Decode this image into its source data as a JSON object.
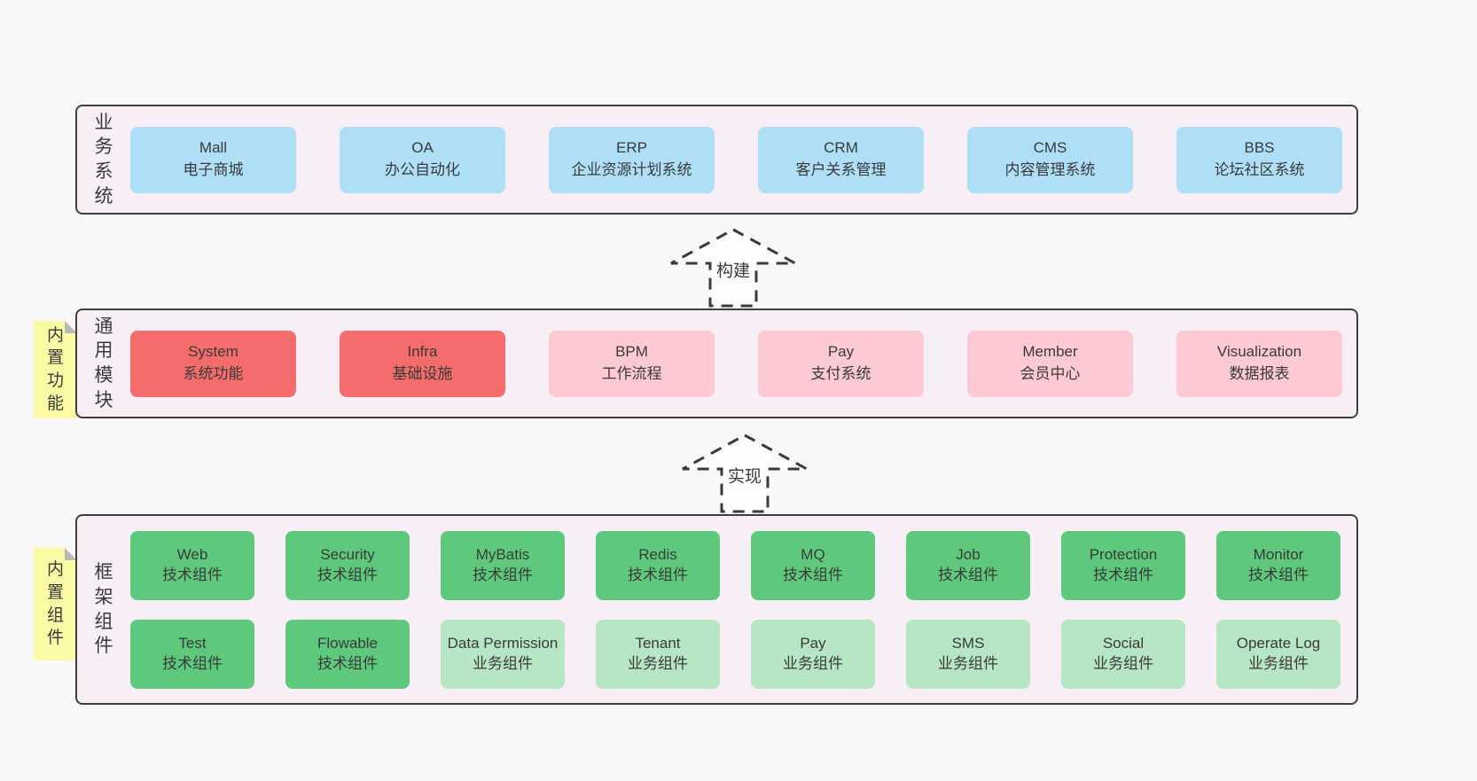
{
  "palette": {
    "page-bg": "#f8f8f8",
    "panel-bg": "#f8eef6",
    "panel-border": "#3f3f3f",
    "blue": "#aedff7",
    "red": "#f56c6c",
    "pink": "#fdc9d3",
    "green": "#5ec97d",
    "lightgreen": "#b7e6c4",
    "tagyellow": "#fbfba6",
    "fold": "#b9b9b9",
    "ink": "#3a3a3a"
  },
  "arrows": {
    "build": "构建",
    "implement": "实现"
  },
  "layers": {
    "business": {
      "label": "业务系统",
      "boxes": [
        {
          "title": "Mall",
          "subtitle": "电子商城"
        },
        {
          "title": "OA",
          "subtitle": "办公自动化"
        },
        {
          "title": "ERP",
          "subtitle": "企业资源计划系统"
        },
        {
          "title": "CRM",
          "subtitle": "客户关系管理"
        },
        {
          "title": "CMS",
          "subtitle": "内容管理系统"
        },
        {
          "title": "BBS",
          "subtitle": "论坛社区系统"
        }
      ]
    },
    "modules": {
      "label": "通用模块",
      "tag": "内置功能",
      "boxes": [
        {
          "title": "System",
          "subtitle": "系统功能",
          "variant": "red"
        },
        {
          "title": "Infra",
          "subtitle": "基础设施",
          "variant": "red"
        },
        {
          "title": "BPM",
          "subtitle": "工作流程",
          "variant": "pink"
        },
        {
          "title": "Pay",
          "subtitle": "支付系统",
          "variant": "pink"
        },
        {
          "title": "Member",
          "subtitle": "会员中心",
          "variant": "pink"
        },
        {
          "title": "Visualization",
          "subtitle": "数据报表",
          "variant": "pink"
        }
      ]
    },
    "components": {
      "label": "框架组件",
      "tag": "内置组件",
      "row1": [
        {
          "title": "Web",
          "subtitle": "技术组件",
          "variant": "green"
        },
        {
          "title": "Security",
          "subtitle": "技术组件",
          "variant": "green"
        },
        {
          "title": "MyBatis",
          "subtitle": "技术组件",
          "variant": "green"
        },
        {
          "title": "Redis",
          "subtitle": "技术组件",
          "variant": "green"
        },
        {
          "title": "MQ",
          "subtitle": "技术组件",
          "variant": "green"
        },
        {
          "title": "Job",
          "subtitle": "技术组件",
          "variant": "green"
        },
        {
          "title": "Protection",
          "subtitle": "技术组件",
          "variant": "green"
        },
        {
          "title": "Monitor",
          "subtitle": "技术组件",
          "variant": "green"
        }
      ],
      "row2": [
        {
          "title": "Test",
          "subtitle": "技术组件",
          "variant": "green"
        },
        {
          "title": "Flowable",
          "subtitle": "技术组件",
          "variant": "green"
        },
        {
          "title": "Data Permission",
          "subtitle": "业务组件",
          "variant": "lightgreen"
        },
        {
          "title": "Tenant",
          "subtitle": "业务组件",
          "variant": "lightgreen"
        },
        {
          "title": "Pay",
          "subtitle": "业务组件",
          "variant": "lightgreen"
        },
        {
          "title": "SMS",
          "subtitle": "业务组件",
          "variant": "lightgreen"
        },
        {
          "title": "Social",
          "subtitle": "业务组件",
          "variant": "lightgreen"
        },
        {
          "title": "Operate Log",
          "subtitle": "业务组件",
          "variant": "lightgreen"
        }
      ]
    }
  }
}
